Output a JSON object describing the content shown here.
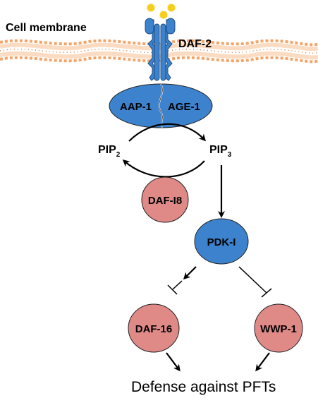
{
  "diagram": {
    "membrane_label": "Cell membrane",
    "receptor_label": "DAF-2",
    "complex_left_label": "AAP-1",
    "complex_right_label": "AGE-1",
    "pip2_label": "PIP",
    "pip2_sub": "2",
    "pip3_label": "PIP",
    "pip3_sub": "3",
    "daf18_label": "DAF-I8",
    "pdk1_label": "PDK-I",
    "daf16_label": "DAF-16",
    "wwp1_label": "WWP-1",
    "outcome_label": "Defense against PFTs",
    "colors": {
      "membrane": "#f5a468",
      "membrane_dark": "#d9782f",
      "receptor": "#3c82cc",
      "receptor_stroke": "#1f4f86",
      "ligand": "#f4cf1e",
      "blue_node": "#3c82cc",
      "red_node": "#e08a88",
      "node_stroke": "#222222"
    }
  }
}
